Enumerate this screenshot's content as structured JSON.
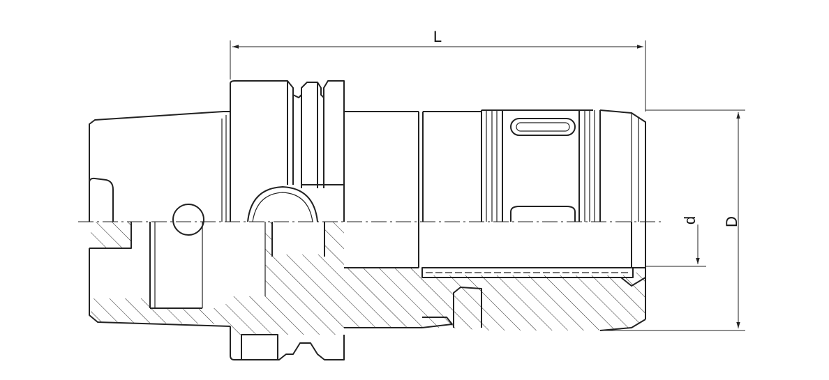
{
  "drawing": {
    "title": "",
    "dimensions": {
      "length_label": "L",
      "outer_diameter_label": "D",
      "inner_diameter_label": "d"
    }
  }
}
